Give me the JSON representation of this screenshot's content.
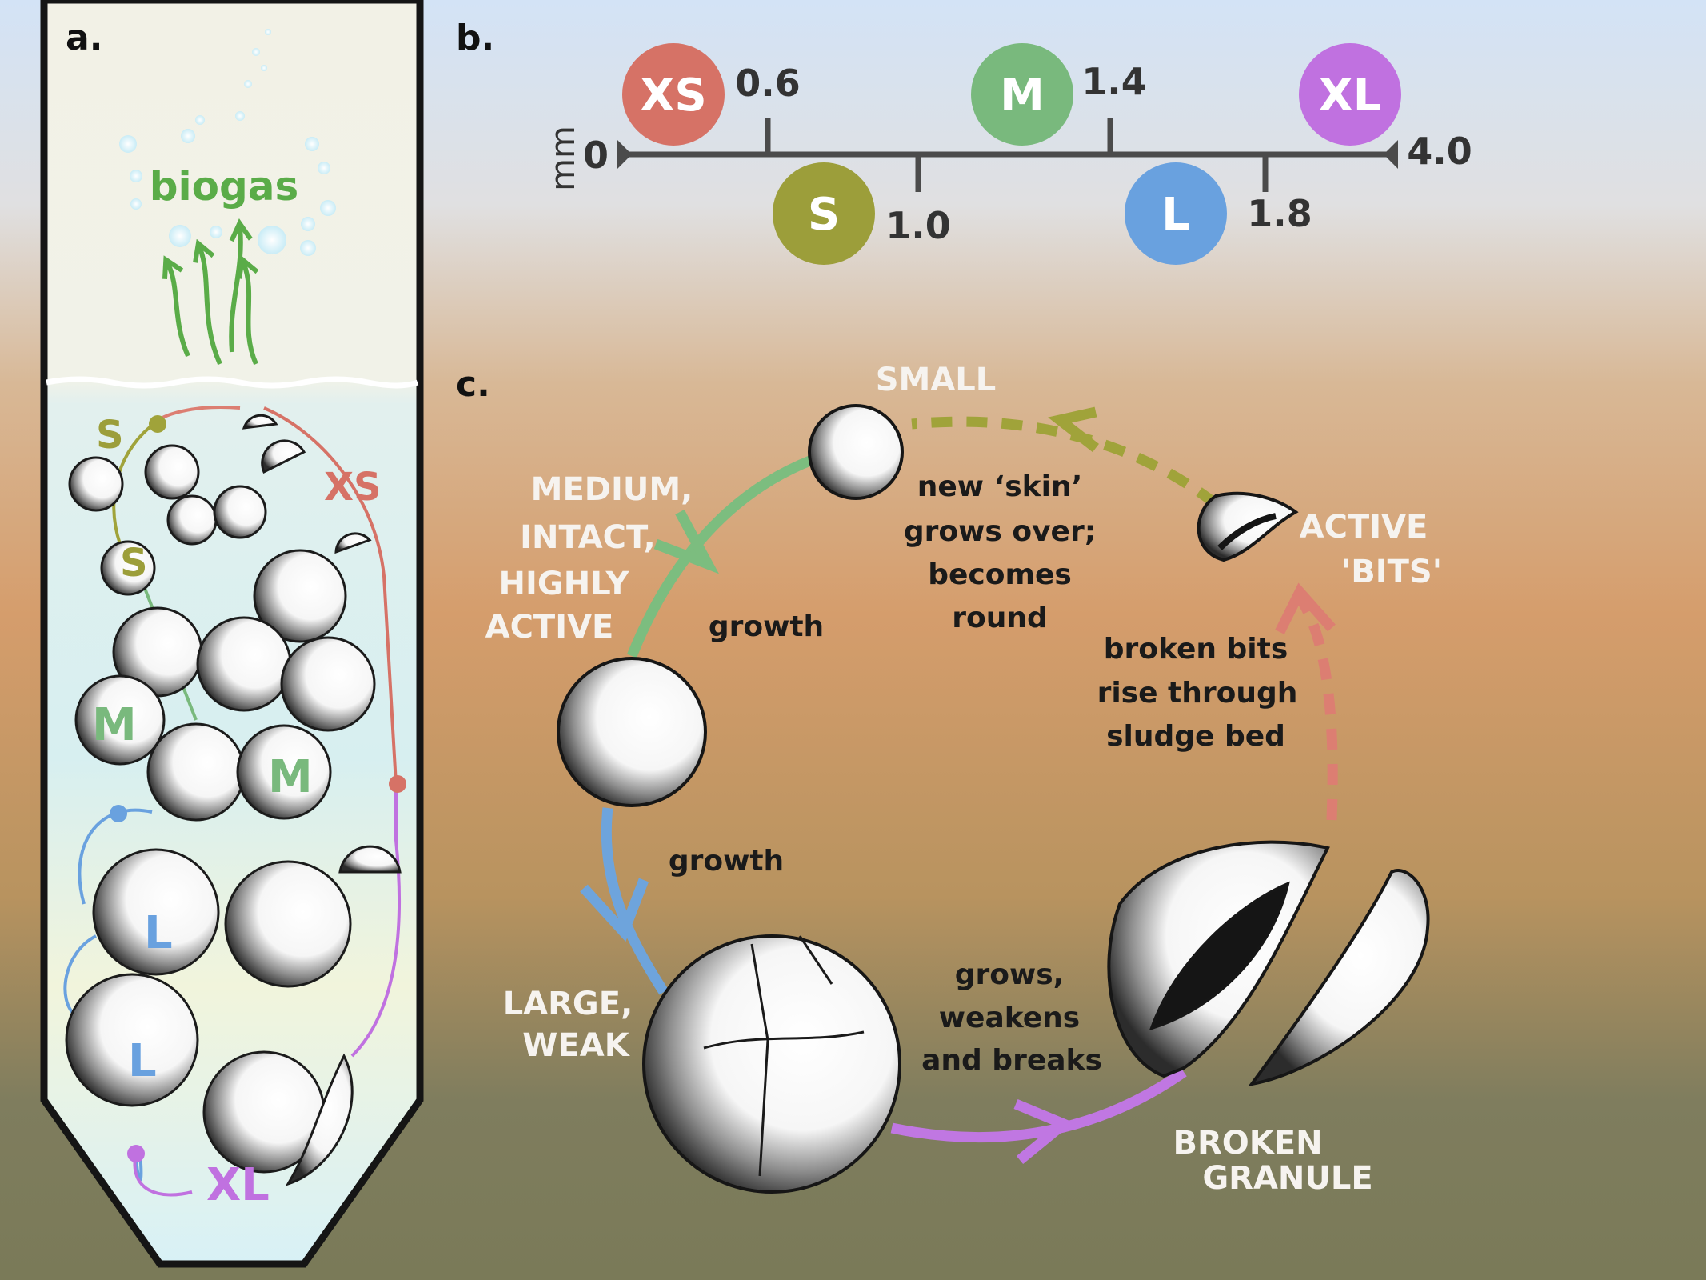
{
  "panels": {
    "a": "a.",
    "b": "b.",
    "c": "c."
  },
  "reactor": {
    "biogas_label": "biogas",
    "labels": [
      "S",
      "S",
      "XS",
      "M",
      "M",
      "L",
      "L",
      "XL"
    ]
  },
  "scale": {
    "unit": "mm",
    "start": "0",
    "end": "4.0",
    "ticks": [
      "0.6",
      "1.0",
      "1.4",
      "1.8"
    ],
    "classes": [
      {
        "label": "XS",
        "color": "#d67266"
      },
      {
        "label": "S",
        "color": "#9c9e3a"
      },
      {
        "label": "M",
        "color": "#79b97d"
      },
      {
        "label": "L",
        "color": "#69a1df"
      },
      {
        "label": "XL",
        "color": "#c071e0"
      }
    ]
  },
  "cycle": {
    "stages": {
      "small": "SMALL",
      "medium": [
        "MEDIUM,",
        "INTACT,",
        "HIGHLY",
        "ACTIVE"
      ],
      "large": [
        "LARGE,",
        "WEAK"
      ],
      "broken": [
        "BROKEN",
        "GRANULE"
      ],
      "bits": [
        "ACTIVE",
        "'BITS'"
      ]
    },
    "transitions": {
      "growth1": "growth",
      "growth2": "growth",
      "breaks": [
        "grows,",
        "weakens",
        "and breaks"
      ],
      "rise": [
        "broken bits",
        "rise through",
        "sludge bed"
      ],
      "skin": [
        "new ‘skin’",
        "grows over;",
        "becomes",
        "round"
      ]
    },
    "colors": {
      "green": "#7cbd7f",
      "blue": "#6ea4dc",
      "purple": "#c077e2",
      "red": "#dc7e72",
      "olive": "#a0a33a"
    }
  }
}
